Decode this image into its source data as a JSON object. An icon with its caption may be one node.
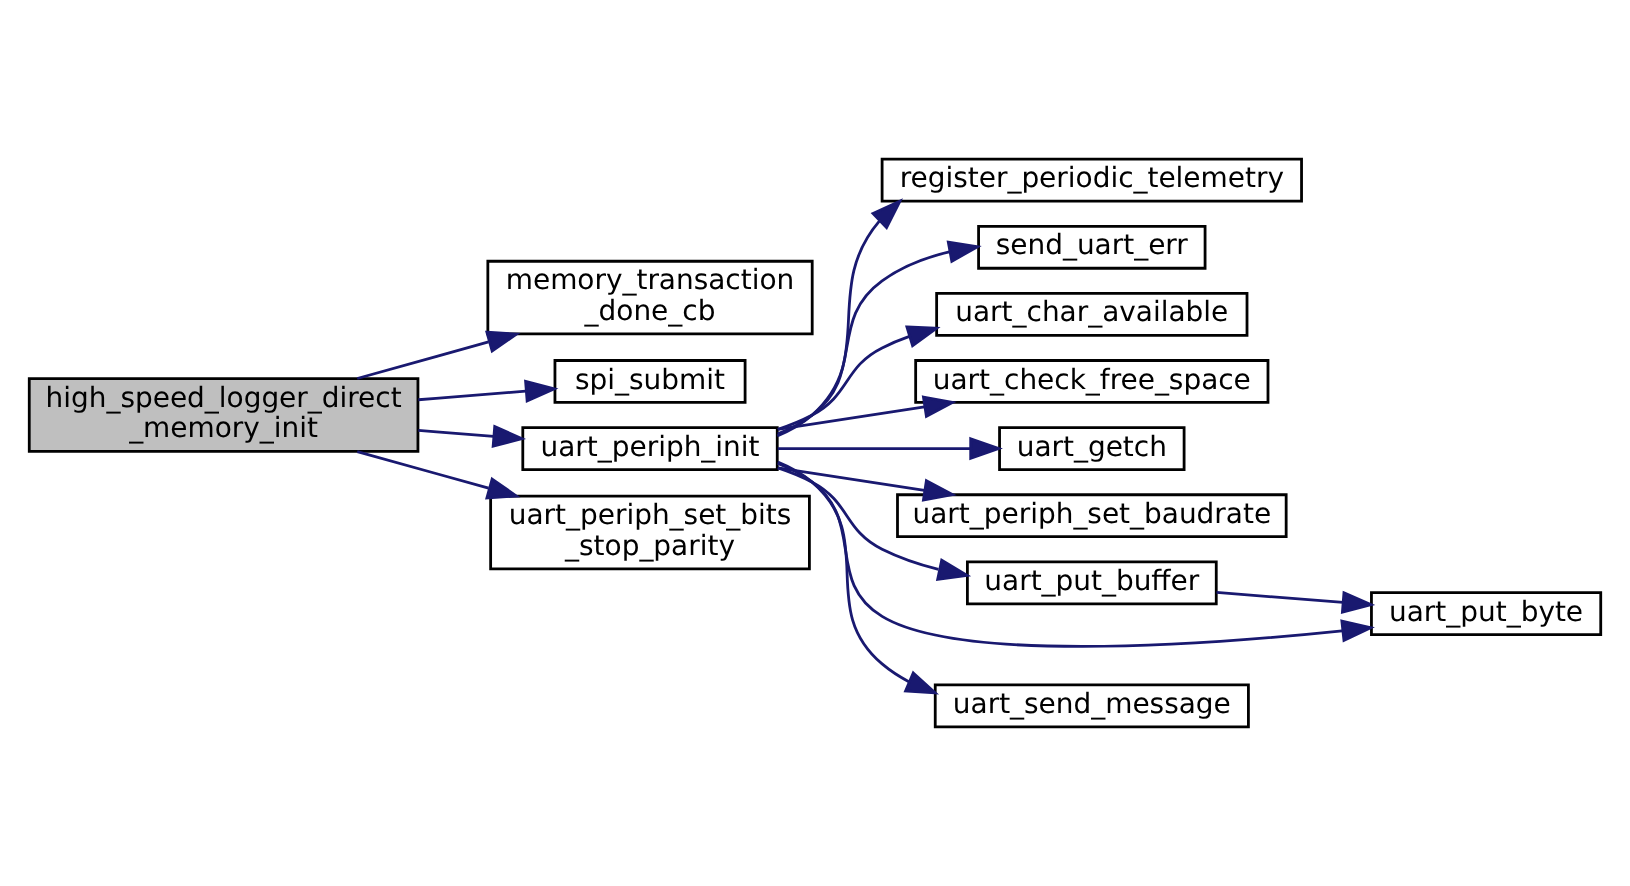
{
  "diagram": {
    "nodes": [
      {
        "text": [
          "high_speed_logger_direct _memory_init"
        ]
      },
      {
        "text": [
          "memory_transaction _done_cb"
        ]
      },
      {
        "text": [
          "spi_submit"
        ]
      },
      {
        "text": [
          "uart_periph_init"
        ]
      },
      {
        "text": [
          "uart_periph_set_bits _stop_parity"
        ]
      },
      {
        "text": [
          "register_periodic_telemetry"
        ]
      },
      {
        "text": [
          "send_uart_err"
        ]
      },
      {
        "text": [
          "uart_char_available"
        ]
      },
      {
        "text": [
          "uart_check_free_space"
        ]
      },
      {
        "text": [
          "uart_getch"
        ]
      },
      {
        "text": [
          "uart_periph_set_baudrate"
        ]
      },
      {
        "text": [
          "uart_put_buffer"
        ]
      },
      {
        "text": [
          "uart_put_byte"
        ]
      },
      {
        "text": [
          "uart_send_message"
        ]
      }
    ],
    "edges": [
      {
        "from": 0,
        "to": 1,
        "arrow": "to"
      },
      {
        "from": 0,
        "to": 2,
        "arrow": "to"
      },
      {
        "from": 0,
        "to": 3,
        "arrow": "to"
      },
      {
        "from": 0,
        "to": 4,
        "arrow": "to"
      },
      {
        "from": 3,
        "to": 5,
        "arrow": "to"
      },
      {
        "from": 3,
        "to": 6,
        "arrow": "to"
      },
      {
        "from": 3,
        "to": 7,
        "arrow": "to"
      },
      {
        "from": 3,
        "to": 8,
        "arrow": "to"
      },
      {
        "from": 3,
        "to": 9,
        "arrow": "to"
      },
      {
        "from": 3,
        "to": 10,
        "arrow": "to"
      },
      {
        "from": 3,
        "to": 11,
        "arrow": "to"
      },
      {
        "from": 3,
        "to": 12,
        "arrow": "to"
      },
      {
        "from": 3,
        "to": 13,
        "arrow": "to"
      },
      {
        "from": 11,
        "to": 12,
        "arrow": "to"
      }
    ]
  }
}
